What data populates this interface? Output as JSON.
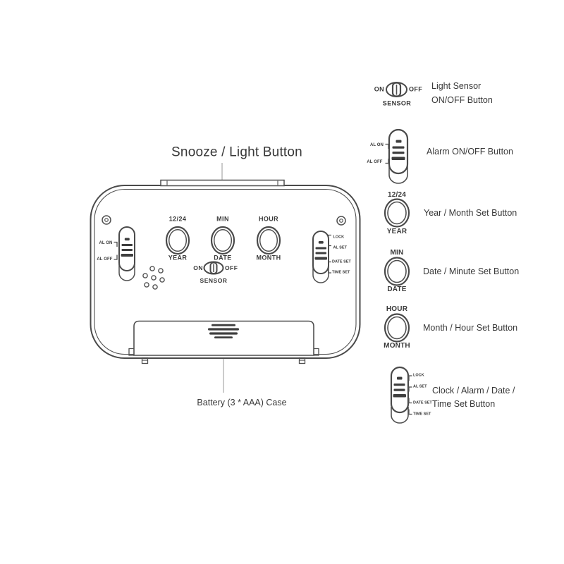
{
  "titles": {
    "snooze": "Snooze / Light Button",
    "battery": "Battery (3 * AAA) Case"
  },
  "device": {
    "buttons": [
      {
        "top": "12/24",
        "bottom": "YEAR"
      },
      {
        "top": "MIN",
        "bottom": "DATE"
      },
      {
        "top": "HOUR",
        "bottom": "MONTH"
      }
    ],
    "sensor": {
      "on": "ON",
      "off": "OFF",
      "caption": "SENSOR"
    },
    "alarm": {
      "pos1": "AL ON",
      "pos2": "AL OFF"
    },
    "set": {
      "pos1": "LOCK",
      "pos2": "AL SET",
      "pos3": "DATE SET",
      "pos4": "TIME SET"
    }
  },
  "legend": {
    "items": [
      {
        "on": "ON",
        "off": "OFF",
        "caption": "SENSOR",
        "label1": "Light Sensor",
        "label2": "ON/OFF Button"
      },
      {
        "pos1": "AL ON",
        "pos2": "AL OFF",
        "label1": "Alarm ON/OFF Button"
      },
      {
        "top": "12/24",
        "bottom": "YEAR",
        "label1": "Year / Month Set Button"
      },
      {
        "top": "MIN",
        "bottom": "DATE",
        "label1": "Date / Minute Set Button"
      },
      {
        "top": "HOUR",
        "bottom": "MONTH",
        "label1": "Month / Hour Set Button"
      },
      {
        "pos1": "LOCK",
        "pos2": "AL SET",
        "pos3": "DATE SET",
        "pos4": "TIME SET",
        "label1": "Clock / Alarm / Date /",
        "label2": "Time Set Button"
      }
    ]
  },
  "colors": {
    "line": "#4f4f4f",
    "text": "#383838",
    "knob": "#3e3e3e",
    "pointer": "#a8a8a8"
  }
}
